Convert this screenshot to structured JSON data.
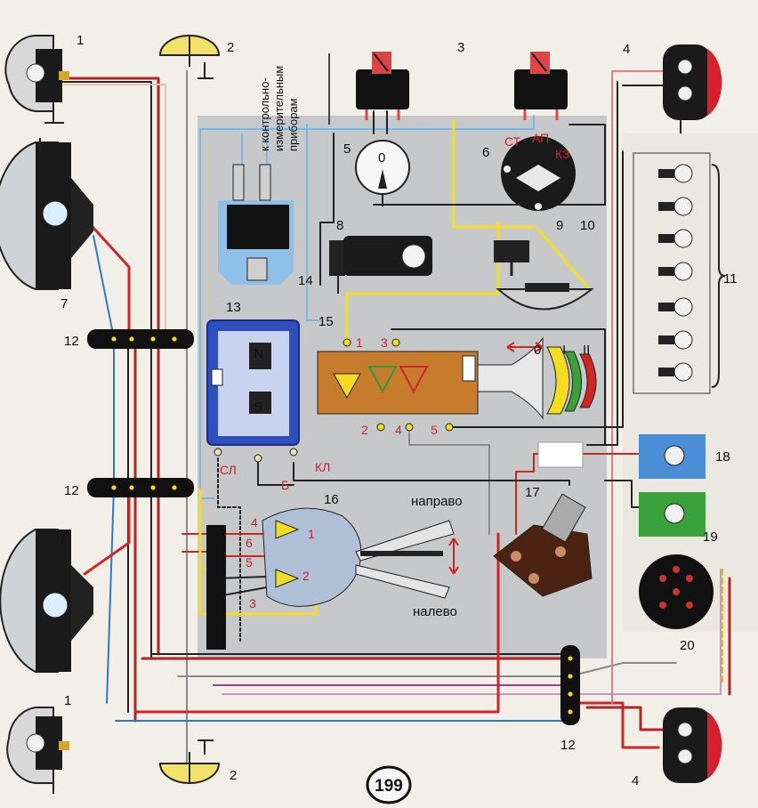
{
  "page_number": "199",
  "caption": {
    "line1": "к контрольно-",
    "line2": "измерительным",
    "line3": "приборам"
  },
  "labels": [
    {
      "id": "n1a",
      "text": "1",
      "style": "lbl"
    },
    {
      "id": "n1b",
      "text": "1",
      "style": "lbl"
    },
    {
      "id": "n2a",
      "text": "2",
      "style": "lbl"
    },
    {
      "id": "n2b",
      "text": "2",
      "style": "lbl"
    },
    {
      "id": "n3",
      "text": "3",
      "style": "lbl"
    },
    {
      "id": "n4a",
      "text": "4",
      "style": "lbl"
    },
    {
      "id": "n4b",
      "text": "4",
      "style": "lbl"
    },
    {
      "id": "n5",
      "text": "5",
      "style": "lbl"
    },
    {
      "id": "n6",
      "text": "6",
      "style": "lbl"
    },
    {
      "id": "n7a",
      "text": "7",
      "style": "lbl"
    },
    {
      "id": "n7b",
      "text": "7",
      "style": "lbl"
    },
    {
      "id": "n8",
      "text": "8",
      "style": "lbl"
    },
    {
      "id": "n9",
      "text": "9",
      "style": "lbl"
    },
    {
      "id": "n10",
      "text": "10",
      "style": "lbl"
    },
    {
      "id": "n11",
      "text": "11",
      "style": "lbl"
    },
    {
      "id": "n12a",
      "text": "12",
      "style": "lbl"
    },
    {
      "id": "n12b",
      "text": "12",
      "style": "lbl"
    },
    {
      "id": "n12c",
      "text": "12",
      "style": "lbl"
    },
    {
      "id": "n13",
      "text": "13",
      "style": "lbl"
    },
    {
      "id": "n14",
      "text": "14",
      "style": "lbl"
    },
    {
      "id": "n15",
      "text": "15",
      "style": "lbl"
    },
    {
      "id": "n16",
      "text": "16",
      "style": "lbl"
    },
    {
      "id": "n17",
      "text": "17",
      "style": "lbl"
    },
    {
      "id": "n18",
      "text": "18",
      "style": "lbl"
    },
    {
      "id": "n19",
      "text": "19",
      "style": "lbl"
    },
    {
      "id": "n20",
      "text": "20",
      "style": "lbl"
    },
    {
      "id": "t15_1",
      "text": "1",
      "style": "lbl-red"
    },
    {
      "id": "t15_3",
      "text": "3",
      "style": "lbl-red"
    },
    {
      "id": "t15_2",
      "text": "2",
      "style": "lbl-red"
    },
    {
      "id": "t15_4",
      "text": "4",
      "style": "lbl-red"
    },
    {
      "id": "t15_5",
      "text": "5",
      "style": "lbl-red"
    },
    {
      "id": "pos0",
      "text": "0",
      "style": "lbl"
    },
    {
      "id": "posI",
      "text": "I",
      "style": "lbl"
    },
    {
      "id": "posII",
      "text": "II",
      "style": "lbl"
    },
    {
      "id": "sl",
      "text": "СЛ",
      "style": "lbl-red"
    },
    {
      "id": "b",
      "text": "Б",
      "style": "lbl-red"
    },
    {
      "id": "kl",
      "text": "КЛ",
      "style": "lbl-red"
    },
    {
      "id": "amp0",
      "text": "0",
      "style": "lbl"
    },
    {
      "id": "ign_st",
      "text": "СТ",
      "style": "lbl-red"
    },
    {
      "id": "ign_ap",
      "text": "АП",
      "style": "lbl-red"
    },
    {
      "id": "ign_kz",
      "text": "КЗ",
      "style": "lbl-red"
    },
    {
      "id": "t16_4",
      "text": "4",
      "style": "lbl-red"
    },
    {
      "id": "t16_6",
      "text": "6",
      "style": "lbl-red"
    },
    {
      "id": "t16_5",
      "text": "5",
      "style": "lbl-red"
    },
    {
      "id": "t16_3",
      "text": "3",
      "style": "lbl-red"
    },
    {
      "id": "t16_1",
      "text": "1",
      "style": "lbl-red"
    },
    {
      "id": "t16_2",
      "text": "2",
      "style": "lbl-red"
    },
    {
      "id": "right",
      "text": "направо",
      "style": "lbl"
    },
    {
      "id": "left",
      "text": "налево",
      "style": "lbl"
    },
    {
      "id": "relay_n",
      "text": "N",
      "style": "lbl"
    },
    {
      "id": "relay_s",
      "text": "S",
      "style": "lbl"
    }
  ]
}
